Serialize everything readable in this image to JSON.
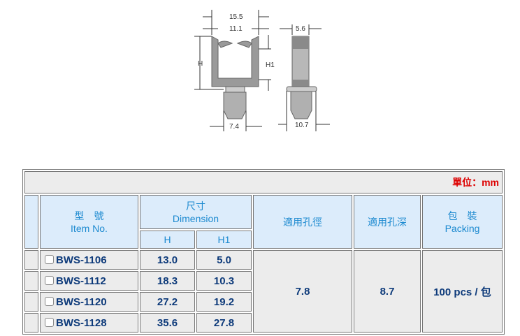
{
  "drawing": {
    "d1": "15.5",
    "d2": "11.1",
    "d3": "5.6",
    "h": "H",
    "h1": "H1",
    "d4": "7.4",
    "d5": "10.7"
  },
  "table": {
    "unit": "單位：mm",
    "headers": {
      "item_zh": "型　號",
      "item_en": "Item No.",
      "dim_zh": "尺寸",
      "dim_en": "Dimension",
      "h": "H",
      "h1": "H1",
      "hole": "適用孔徑",
      "depth": "適用孔深",
      "pack_zh": "包　裝",
      "pack_en": "Packing"
    },
    "rows": [
      {
        "item": "BWS-1106",
        "h": "13.0",
        "h1": "5.0"
      },
      {
        "item": "BWS-1112",
        "h": "18.3",
        "h1": "10.3"
      },
      {
        "item": "BWS-1120",
        "h": "27.2",
        "h1": "19.2"
      },
      {
        "item": "BWS-1128",
        "h": "35.6",
        "h1": "27.8"
      }
    ],
    "hole": "7.8",
    "depth": "8.7",
    "packing": "100 pcs / 包"
  }
}
